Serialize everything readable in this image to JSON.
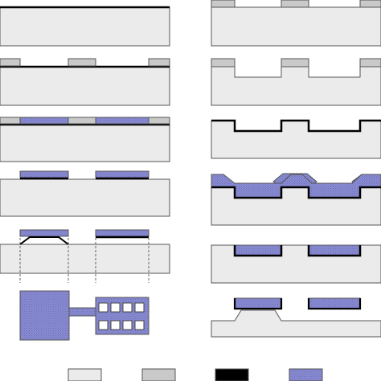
{
  "figure": {
    "colors": {
      "substrate": "#ebebeb",
      "mask": "#c9c9c9",
      "metal": "#000000",
      "polymer": "#8a8cd2",
      "polymer_stipple": "#6a6cb8",
      "outline": "#555555",
      "background": "#ffffff"
    },
    "left_column": {
      "steps": [
        {
          "id": "L1",
          "layers": [
            "substrate",
            "metal-film"
          ]
        },
        {
          "id": "L2",
          "layers": [
            "substrate",
            "metal-film",
            "mask-pattern"
          ]
        },
        {
          "id": "L3",
          "layers": [
            "substrate",
            "metal-film",
            "mask-pattern",
            "polymer-fill"
          ]
        },
        {
          "id": "L4",
          "layers": [
            "substrate",
            "metal-pattern",
            "polymer-pattern"
          ]
        },
        {
          "id": "L5",
          "layers": [
            "substrate",
            "released-polymer",
            "guide-lines"
          ]
        },
        {
          "id": "L6",
          "layers": [
            "top-view-device"
          ]
        }
      ],
      "top_view": {
        "pad": "square-pad",
        "beam": "connecting-beam",
        "plate_holes": 8
      }
    },
    "right_column": {
      "steps": [
        {
          "id": "R1",
          "layers": [
            "substrate",
            "mask-pattern"
          ]
        },
        {
          "id": "R2",
          "layers": [
            "etched-substrate",
            "mask-pattern"
          ]
        },
        {
          "id": "R3",
          "layers": [
            "etched-substrate",
            "metal-film"
          ]
        },
        {
          "id": "R4",
          "layers": [
            "etched-substrate",
            "metal-film",
            "polymer-coat"
          ]
        },
        {
          "id": "R5",
          "layers": [
            "etched-substrate",
            "metal-in-trench",
            "polymer-in-trench"
          ]
        },
        {
          "id": "R6",
          "layers": [
            "substrate",
            "released-polymer"
          ]
        }
      ]
    },
    "legend": {
      "swatches": [
        "substrate",
        "mask",
        "metal",
        "polymer"
      ]
    }
  }
}
